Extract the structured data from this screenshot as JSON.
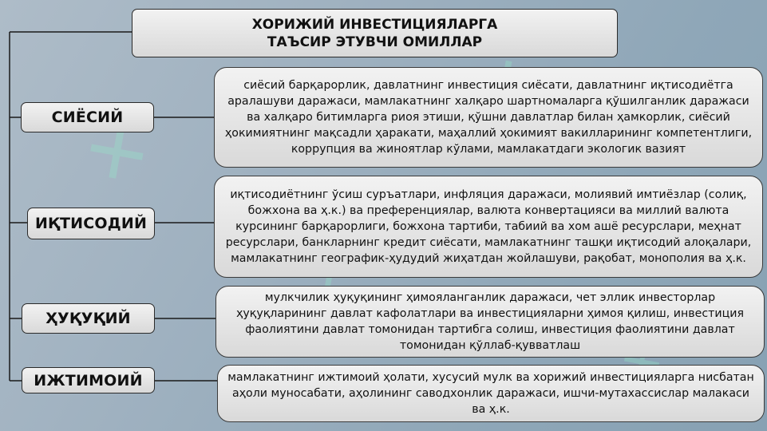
{
  "title": {
    "line1": "ХОРИЖИЙ ИНВЕСТИЦИЯЛАРГА",
    "line2": "ТАЪСИР ЭТУВЧИ ОМИЛЛАР"
  },
  "factors": [
    {
      "label": "СИЁСИЙ",
      "description": "сиёсий барқарорлик, давлатнинг инвестиция сиёсати, давлатнинг иқтисодиётга аралашуви даражаси, мамлакатнинг халқаро шартномаларга қўшилганлик даражаси ва халқаро битимларга риоя этиши, қўшни давлатлар билан ҳамкорлик, сиёсий ҳокимиятнинг мақсадли ҳаракати, маҳаллий ҳокимият вакилларининг компетентлиги, коррупция ва жиноятлар кўлами, мамлакатдаги экологик вазият"
    },
    {
      "label": "ИҚТИСОДИЙ",
      "description": "иқтисодиётнинг ўсиш суръатлари, инфляция даражаси, молиявий имтиёзлар (солиқ, божхона ва ҳ.к.) ва преференциялар, валюта конвертацияси ва миллий валюта курсининг барқарорлиги, божхона тартиби, табиий ва хом ашё ресурслари, меҳнат ресурслари, банкларнинг кредит сиёсати, мамлакатнинг ташқи иқтисодий алоқалари, мамлакатнинг географик-ҳудудий жиҳатдан жойлашуви, рақобат, монополия ва ҳ.к."
    },
    {
      "label": "ҲУҚУҚИЙ",
      "description": "мулкчилик ҳуқуқининг ҳимояланганлик даражаси, чет эллик инвесторлар ҳуқуқларининг давлат кафолатлари ва инвестицияларни ҳимоя қилиш, инвестиция фаолиятини давлат томонидан тартибга солиш, инвестиция фаолиятини давлат томонидан қўллаб-қувватлаш"
    },
    {
      "label": "ИЖТИМОИЙ",
      "description": "мамлакатнинг ижтимоий ҳолати, хусусий мулк ва хорижий инвестицияларга нисбатан аҳоли муносабати, аҳолининг саводхонлик даражаси, ишчи-мутахассислар малакаси ва ҳ.к."
    }
  ]
}
